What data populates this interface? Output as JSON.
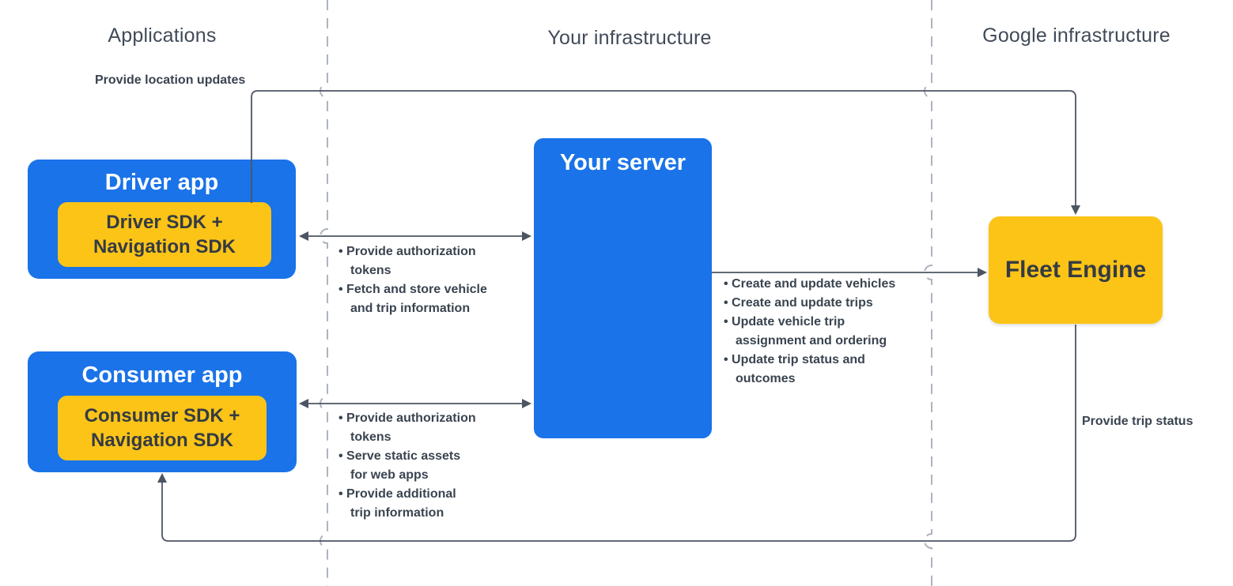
{
  "headers": {
    "applications": "Applications",
    "your_infrastructure": "Your infrastructure",
    "google_infrastructure": "Google infrastructure"
  },
  "nodes": {
    "driver_app": {
      "title": "Driver app",
      "sdk": "Driver SDK +\nNavigation SDK"
    },
    "consumer_app": {
      "title": "Consumer app",
      "sdk": "Consumer SDK +\nNavigation SDK"
    },
    "your_server": {
      "title": "Your server"
    },
    "fleet_engine": {
      "title": "Fleet Engine"
    }
  },
  "edges": {
    "location_updates": {
      "label": "Provide location updates"
    },
    "trip_status": {
      "label": "Provide trip status"
    },
    "driver_server": {
      "bullets": [
        "Provide authorization\ntokens",
        "Fetch and store vehicle\nand trip information"
      ]
    },
    "consumer_server": {
      "bullets": [
        "Provide authorization\ntokens",
        "Serve static assets\nfor web apps",
        "Provide additional\ntrip information"
      ]
    },
    "server_fleet": {
      "bullets": [
        "Create and update vehicles",
        "Create and update trips",
        "Update vehicle trip\nassignment and ordering",
        "Update trip status and\noutcomes"
      ]
    }
  },
  "colors": {
    "blue": "#1A73E8",
    "yellow": "#FCC417",
    "line": "#4C5562",
    "dash": "#ADB4BE",
    "text_dark": "#3A4450",
    "heading": "#414B59",
    "box_text": "#343B44",
    "white": "#FFFFFF",
    "bg": "#FFFFFF"
  }
}
